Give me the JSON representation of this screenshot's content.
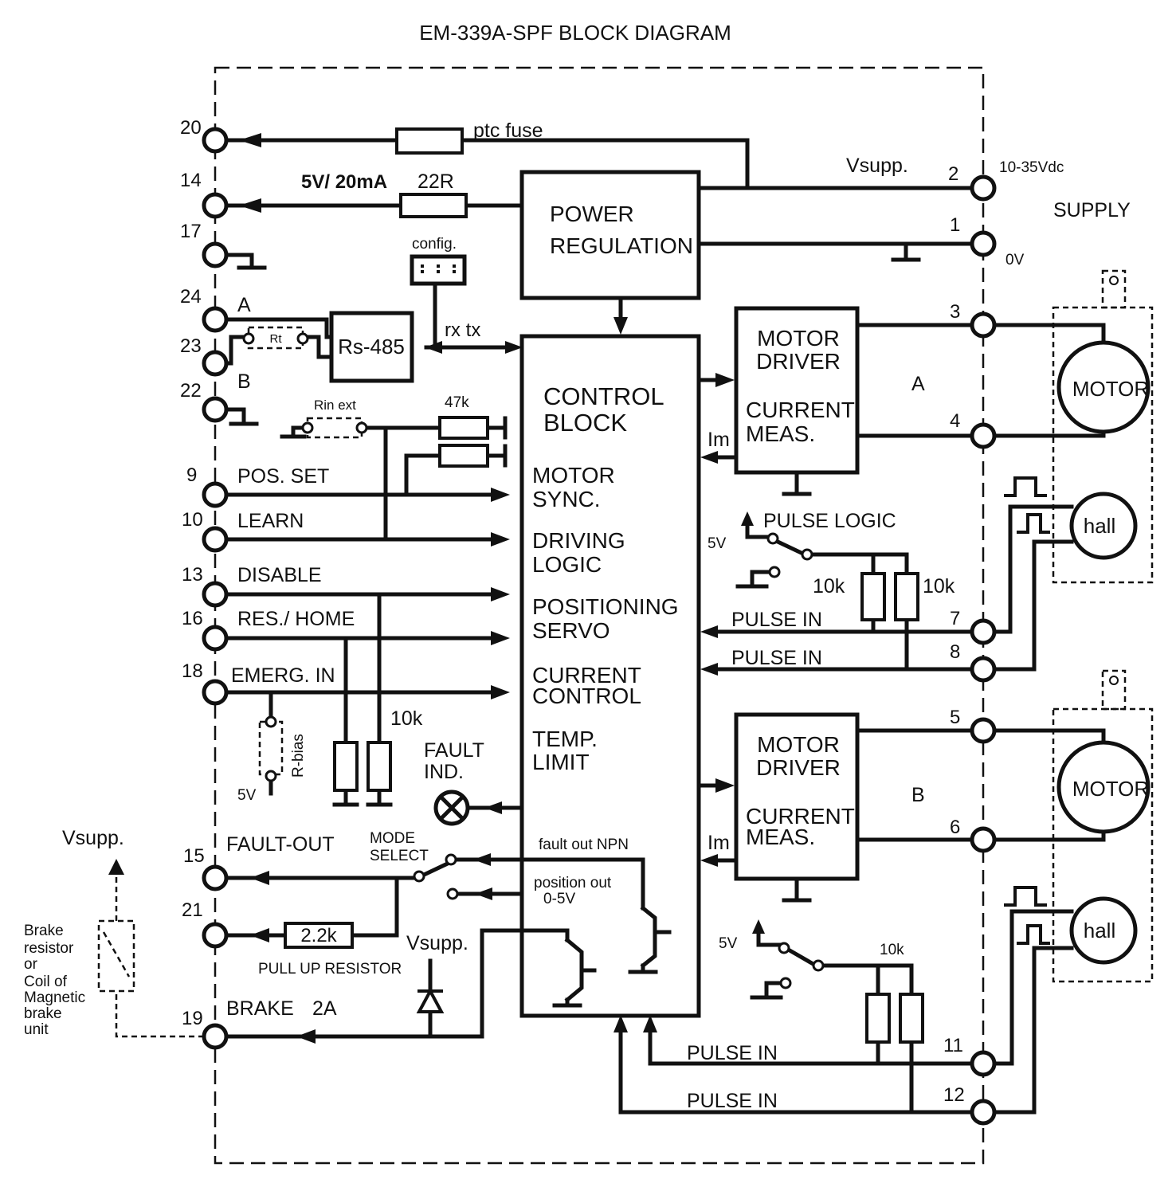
{
  "title": "EM-339A-SPF  BLOCK DIAGRAM",
  "blocks": {
    "power_regulation": [
      "POWER",
      "REGULATION"
    ],
    "rs485": "Rs-485",
    "control_block": [
      "CONTROL",
      "BLOCK"
    ],
    "functions": [
      "MOTOR",
      "SYNC.",
      "DRIVING",
      "LOGIC",
      "POSITIONING",
      "SERVO",
      "CURRENT",
      "CONTROL",
      "TEMP.",
      "LIMIT"
    ],
    "motor_driver": [
      "MOTOR",
      "DRIVER",
      "CURRENT",
      "MEAS."
    ]
  },
  "pins": [
    "20",
    "14",
    "17",
    "24",
    "23",
    "22",
    "9",
    "10",
    "13",
    "16",
    "18",
    "15",
    "21",
    "19",
    "2",
    "1",
    "3",
    "4",
    "7",
    "8",
    "5",
    "6",
    "11",
    "12"
  ],
  "labels": {
    "ptc_fuse": "ptc fuse",
    "v5_20ma": "5V/ 20mA",
    "r22": "22R",
    "config": "config.",
    "a": "A",
    "b": "B",
    "rt": "Rt",
    "rx_tx": "rx tx",
    "rin_ext": "Rin ext",
    "r47k": "47k",
    "pos_set": "POS. SET",
    "learn": "LEARN",
    "disable": "DISABLE",
    "res_home": "RES./ HOME",
    "emerg_in": "EMERG. IN",
    "r10k": "10k",
    "r_bias": "R-bias",
    "v5": "5V",
    "fault_ind": [
      "FAULT",
      "IND."
    ],
    "vsupp": "Vsupp.",
    "fault_out": "FAULT-OUT",
    "mode_select": [
      "MODE",
      "SELECT"
    ],
    "fault_out_npn": "fault out NPN",
    "position_out": [
      "position out",
      "0-5V"
    ],
    "r2k2": "2.2k",
    "pull_up": "PULL UP RESISTOR",
    "brake": "BRAKE",
    "brake_2a": "2A",
    "brake_note": [
      "Brake",
      "resistor",
      "or",
      "Coil of",
      "Magnetic",
      "brake",
      "unit"
    ],
    "range": "10-35Vdc",
    "supply": "SUPPLY",
    "zero_v": "0V",
    "im": "Im",
    "channel_a": "A",
    "channel_b": "B",
    "pulse_logic": "PULSE LOGIC",
    "pulse_in": "PULSE IN",
    "motor": "MOTOR",
    "hall": "hall"
  }
}
